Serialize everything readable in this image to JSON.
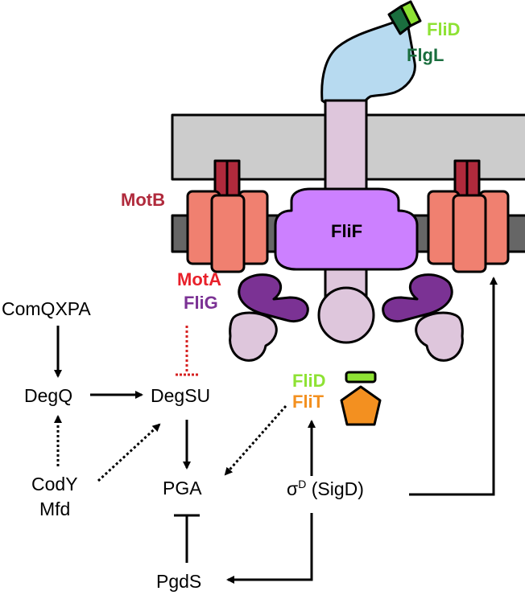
{
  "labels": {
    "flid_top": "FliD",
    "flgl": "FlgL",
    "motb": "MotB",
    "flif": "FliF",
    "mota": "MotA",
    "flig": "FliG",
    "flid_mid": "FliD",
    "flit": "FliT"
  },
  "nodes": {
    "comqxpa": "ComQXPA",
    "degq": "DegQ",
    "degsu": "DegSU",
    "cody": "CodY",
    "mfd": "Mfd",
    "pga": "PGA",
    "sigd_sigma": "σ",
    "sigd_sup": "D",
    "sigd_rest": " (SigD)",
    "pgds": "PgdS"
  },
  "colors": {
    "flid": "#8ee234",
    "flgl": "#1a6e3e",
    "hook": "#b7daf0",
    "membrane": "#cccccc",
    "membrane_dark": "#666666",
    "motab": "#f08070",
    "motb_dark": "#b02a3c",
    "mota_text": "#e8202a",
    "flif": "#cc80ff",
    "flig": "#7b3294",
    "flig_text": "#7b3294",
    "rod": "#dec6dc",
    "flit": "#f39020",
    "inhibit_red": "#d62020"
  }
}
